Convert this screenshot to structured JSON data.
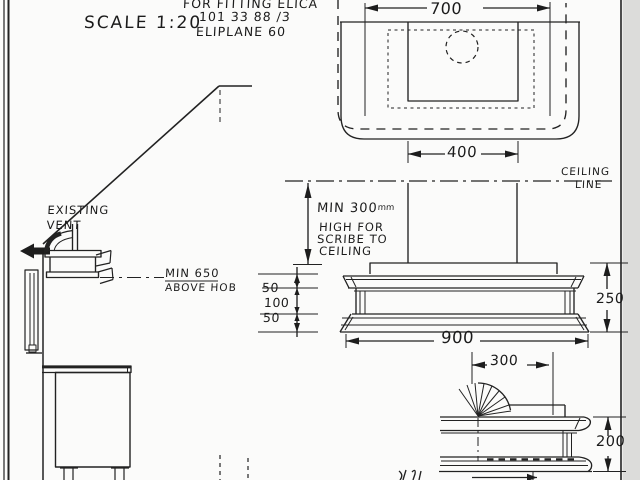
{
  "drawing": {
    "scale_note": "SCALE 1:20",
    "title": {
      "line1": "FOR FITTING ELICA",
      "line2": "101 33 88 /3",
      "line3": "ELIPLANE 60"
    },
    "annotations": {
      "existing_vent_line1": "EXISTING",
      "existing_vent_line2": "VENT",
      "min_above_hob_line1": "MIN 650",
      "min_above_hob_line2": "ABOVE HOB",
      "ceiling_label_line1": "CEILING",
      "ceiling_label_line2": "LINE",
      "scribe_line1": "MIN 300",
      "scribe_unit": "mm",
      "scribe_line2": "HIGH FOR",
      "scribe_line3": "SCRIBE TO",
      "scribe_line4": "CEILING"
    },
    "dims": {
      "plan_overall": "700",
      "plan_duct": "400",
      "stack_top": "50",
      "stack_mid": "100",
      "stack_bottom": "50",
      "cornice_height": "250",
      "cornice_length": "900",
      "detail_offset": "300",
      "detail_height": "200"
    }
  }
}
